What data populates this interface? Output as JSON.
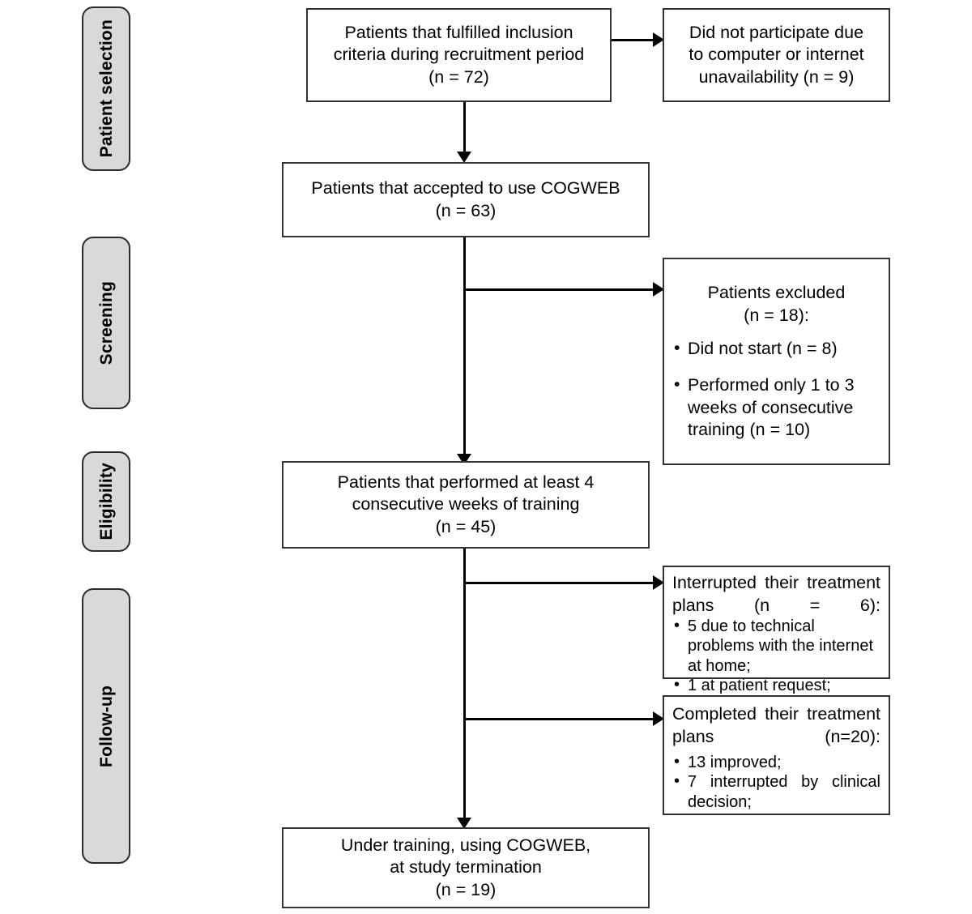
{
  "figure": {
    "type": "flowchart",
    "orientation": "vertical",
    "accent_color": "#d9d9d9",
    "line_color": "#000000",
    "box_border_color": "#333333"
  },
  "stages": [
    {
      "label": "Patient selection"
    },
    {
      "label": "Screening"
    },
    {
      "label": "Eligibility"
    },
    {
      "label": "Follow-up"
    }
  ],
  "nodes": {
    "included_screened": {
      "text": "Patients that fulfilled inclusion\ncriteria during recruitment period\n(n = 72)"
    },
    "not_participated": {
      "text": "Did not participate due\nto computer or internet\nunavailability (n = 9)"
    },
    "accepted": {
      "text": "Patients that accepted to use COGWEB\n(n = 63)"
    },
    "excluded": {
      "heading": "Patients excluded\n(n = 18):",
      "bullets": [
        "Did not start (n = 8)",
        "Performed only 1 to 3 weeks of consecutive training (n = 10)"
      ]
    },
    "performed_four_weeks": {
      "text": "Patients that performed at least 4\nconsecutive weeks of training\n(n = 45)"
    },
    "interrupted": {
      "heading": "Interrupted their treatment plans (n = 6):",
      "bullets": [
        "5 due to technical problems with the internet at home;",
        "1 at patient request;"
      ]
    },
    "completed": {
      "heading": "Completed their treatment plans (n=20):",
      "bullets": [
        "13 improved;",
        "7 interrupted by clinical decision;"
      ]
    },
    "under_training": {
      "text": "Under training, using COGWEB,\nat study termination\n(n = 19)"
    }
  }
}
